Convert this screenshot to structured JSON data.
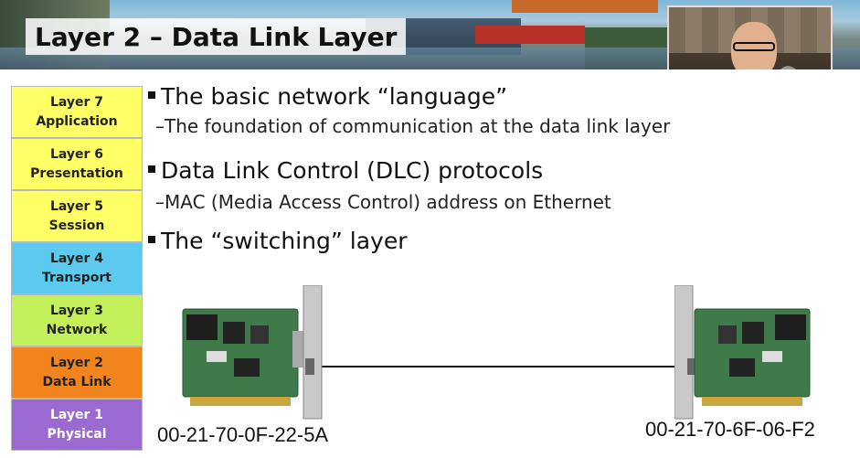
{
  "slide": {
    "title": "Layer 2 – Data Link Layer"
  },
  "osi_layers": [
    {
      "line1": "Layer 7",
      "line2": "Application",
      "color": "#ffff66"
    },
    {
      "line1": "Layer 6",
      "line2": "Presentation",
      "color": "#ffff66"
    },
    {
      "line1": "Layer 5",
      "line2": "Session",
      "color": "#ffff66"
    },
    {
      "line1": "Layer 4",
      "line2": "Transport",
      "color": "#5ccaee"
    },
    {
      "line1": "Layer 3",
      "line2": "Network",
      "color": "#c4f05a"
    },
    {
      "line1": "Layer 2",
      "line2": "Data Link",
      "color": "#f2841e"
    },
    {
      "line1": "Layer 1",
      "line2": "Physical",
      "color": "#9b6ad0"
    }
  ],
  "bullets": {
    "b1": "The basic network “language”",
    "b1_sub": "–The foundation of communication at the data link layer",
    "b2": "Data Link Control (DLC) protocols",
    "b2_sub": "–MAC (Media Access Control) address on Ethernet",
    "b3": "The “switching” layer"
  },
  "devices": {
    "left_mac": "00-21-70-0F-22-5A",
    "right_mac": "00-21-70-6F-06-F2"
  }
}
